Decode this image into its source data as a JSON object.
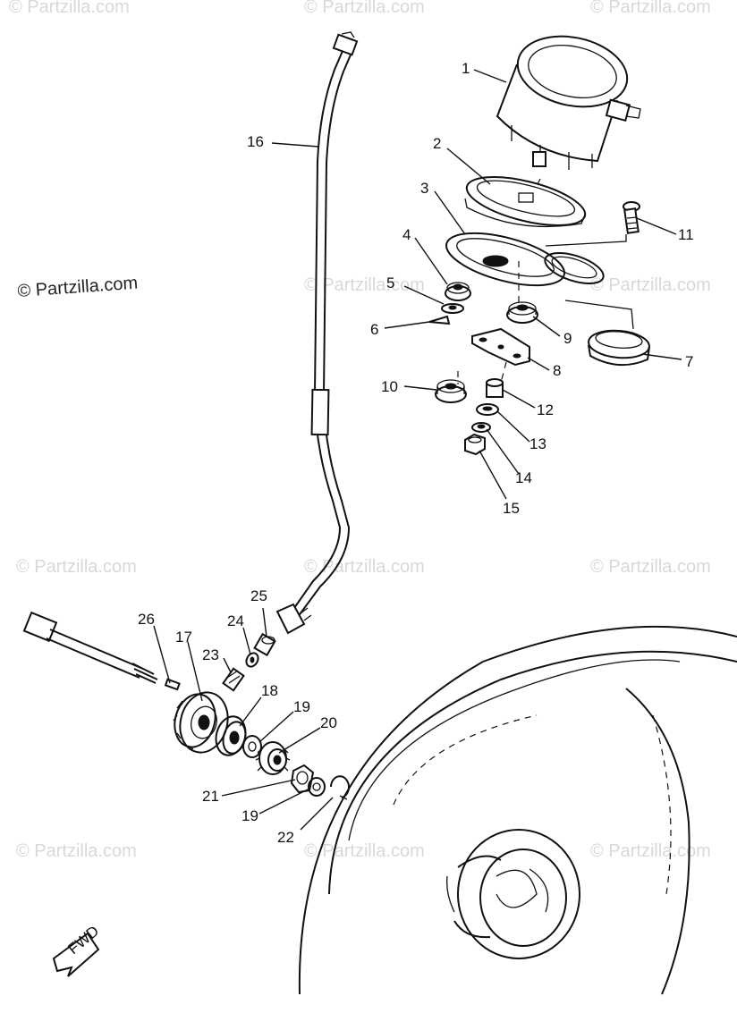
{
  "watermark": "© Partzilla.com",
  "watermark_main": "© Partzilla.com",
  "fwd_label": "FWD",
  "callouts": {
    "c1": "1",
    "c2": "2",
    "c3": "3",
    "c4": "4",
    "c5": "5",
    "c6": "6",
    "c7": "7",
    "c8": "8",
    "c9": "9",
    "c10": "10",
    "c11": "11",
    "c12": "12",
    "c13": "13",
    "c14": "14",
    "c15": "15",
    "c16": "16",
    "c17": "17",
    "c18": "18",
    "c19a": "19",
    "c19b": "19",
    "c20": "20",
    "c21": "21",
    "c22": "22",
    "c23": "23",
    "c24": "24",
    "c25": "25",
    "c26": "26"
  }
}
